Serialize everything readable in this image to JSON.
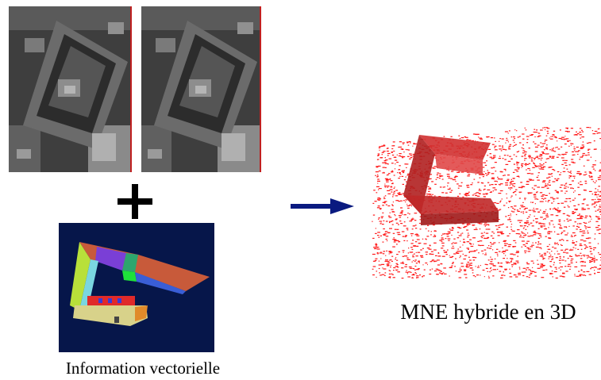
{
  "captions": {
    "vector_info": "Information vectorielle",
    "mne_3d": "MNE hybride en 3D"
  },
  "colors": {
    "vector_background": "#06164a",
    "arrow": "#0a1a80",
    "point_cloud": "#ff1a1a",
    "stereo_border": "#c02020"
  },
  "icons": {
    "plus": "plus-sign",
    "arrow": "right-arrow"
  }
}
